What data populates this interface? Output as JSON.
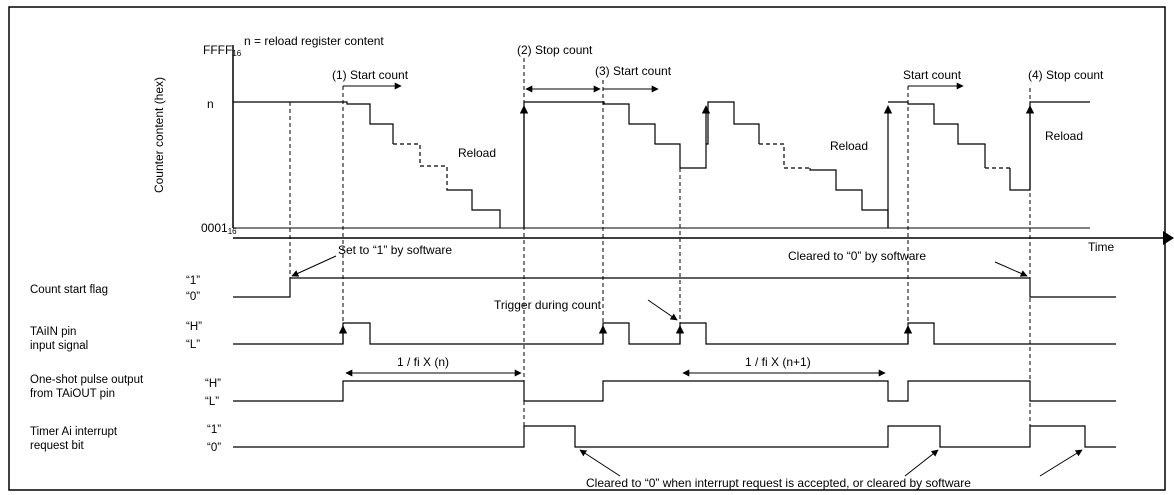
{
  "diagram": {
    "counter_axis": {
      "ylabel": "Counter content (hex)",
      "top_value": "FFFF",
      "top_sub": "16",
      "n_label": "n",
      "bottom_value": "0001",
      "bottom_sub": "16",
      "note": "n = reload register content",
      "time_label": "Time"
    },
    "annotations": {
      "start_count_1": "(1) Start count",
      "stop_count_2": "(2) Stop count",
      "start_count_3": "(3) Start count",
      "start_count_plain": "Start count",
      "stop_count_4": "(4) Stop count",
      "reload_a": "Reload",
      "reload_b": "Reload",
      "reload_c": "Reload",
      "set_by_software": "Set to “1” by software",
      "cleared_by_software": "Cleared to “0”  by software",
      "trigger_during_count": "Trigger during count",
      "period_n": "1 / fi  X (n)",
      "period_n1": "1 / fi  X (n+1)",
      "cleared_interrupt": "Cleared to “0” when interrupt request is accepted, or cleared by software"
    },
    "signals": [
      {
        "name_lines": [
          "Count start flag"
        ],
        "high": "“1”",
        "low": "“0”"
      },
      {
        "name_lines": [
          "TAiIN pin",
          "input signal"
        ],
        "high": "“H”",
        "low": "“L”"
      },
      {
        "name_lines": [
          "One-shot pulse output",
          "from TAiOUT pin"
        ],
        "high": "“H”",
        "low": "“L”"
      },
      {
        "name_lines": [
          "Timer Ai interrupt",
          "request bit"
        ],
        "high": "“1”",
        "low": "“0”"
      }
    ]
  }
}
